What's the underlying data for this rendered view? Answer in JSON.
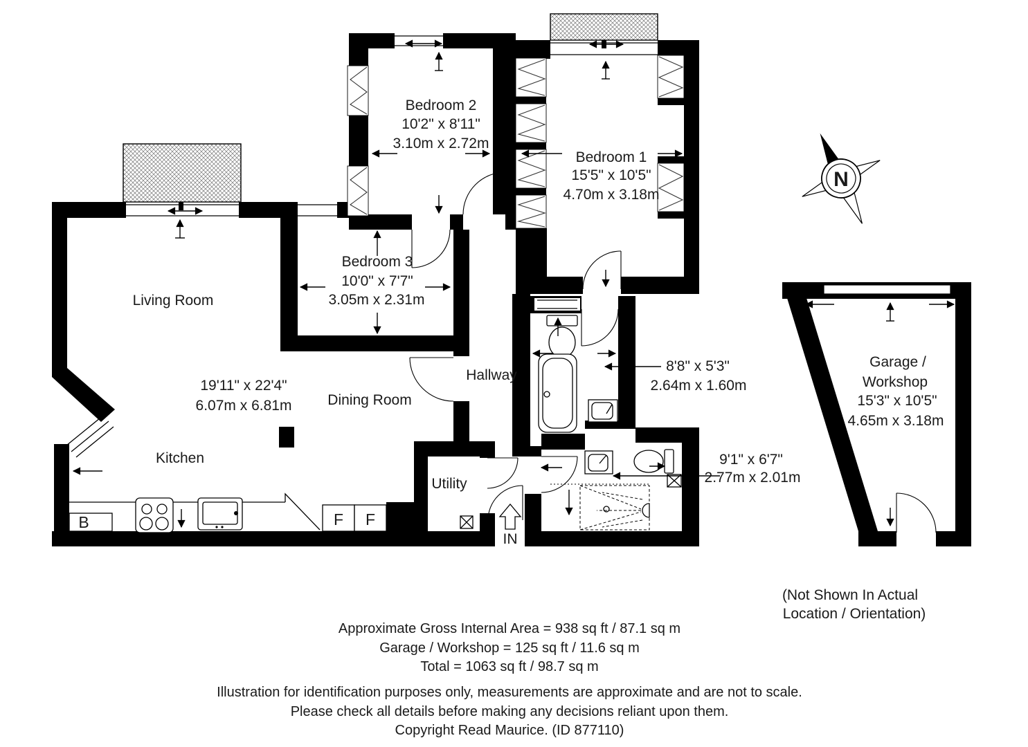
{
  "colors": {
    "wall": "#000000",
    "background": "#ffffff",
    "text": "#1a1a1a"
  },
  "rooms": {
    "living": {
      "name": "Living Room",
      "dims_ft": "19'11\" x 22'4\"",
      "dims_m": "6.07m x 6.81m"
    },
    "kitchen": {
      "name": "Kitchen"
    },
    "dining": {
      "name": "Dining Room"
    },
    "hallway": {
      "name": "Hallway"
    },
    "utility": {
      "name": "Utility"
    },
    "bedroom1": {
      "name": "Bedroom 1",
      "dims_ft": "15'5\" x 10'5\"",
      "dims_m": "4.70m x 3.18m"
    },
    "bedroom2": {
      "name": "Bedroom 2",
      "dims_ft": "10'2\" x 8'11\"",
      "dims_m": "3.10m x 2.72m"
    },
    "bedroom3": {
      "name": "Bedroom 3",
      "dims_ft": "10'0\" x 7'7\"",
      "dims_m": "3.05m x 2.31m"
    },
    "bathroom": {
      "dims_ft": "8'8\" x 5'3\"",
      "dims_m": "2.64m x 1.60m"
    },
    "shower_room": {
      "dims_ft": "9'1\" x 6'7\"",
      "dims_m": "2.77m x 2.01m"
    },
    "garage": {
      "name_line1": "Garage /",
      "name_line2": "Workshop",
      "dims_ft": "15'3\" x 10'5\"",
      "dims_m": "4.65m x 3.18m"
    }
  },
  "markers": {
    "entrance": "IN",
    "boiler": "B",
    "fridge1": "F",
    "fridge2": "F",
    "compass_north": "N"
  },
  "garage_note": {
    "line1": "(Not Shown In Actual",
    "line2": "Location / Orientation)"
  },
  "footer": {
    "area_line1": "Approximate Gross Internal Area = 938 sq ft / 87.1 sq m",
    "area_line2": "Garage / Workshop = 125 sq ft / 11.6 sq m",
    "area_line3": "Total = 1063 sq ft / 98.7 sq m",
    "disclaimer_line1": "Illustration for identification purposes only, measurements are approximate and are not to scale.",
    "disclaimer_line2": "Please check all details before making any decisions reliant upon them.",
    "copyright": "Copyright Read Maurice. (ID 877110)"
  }
}
